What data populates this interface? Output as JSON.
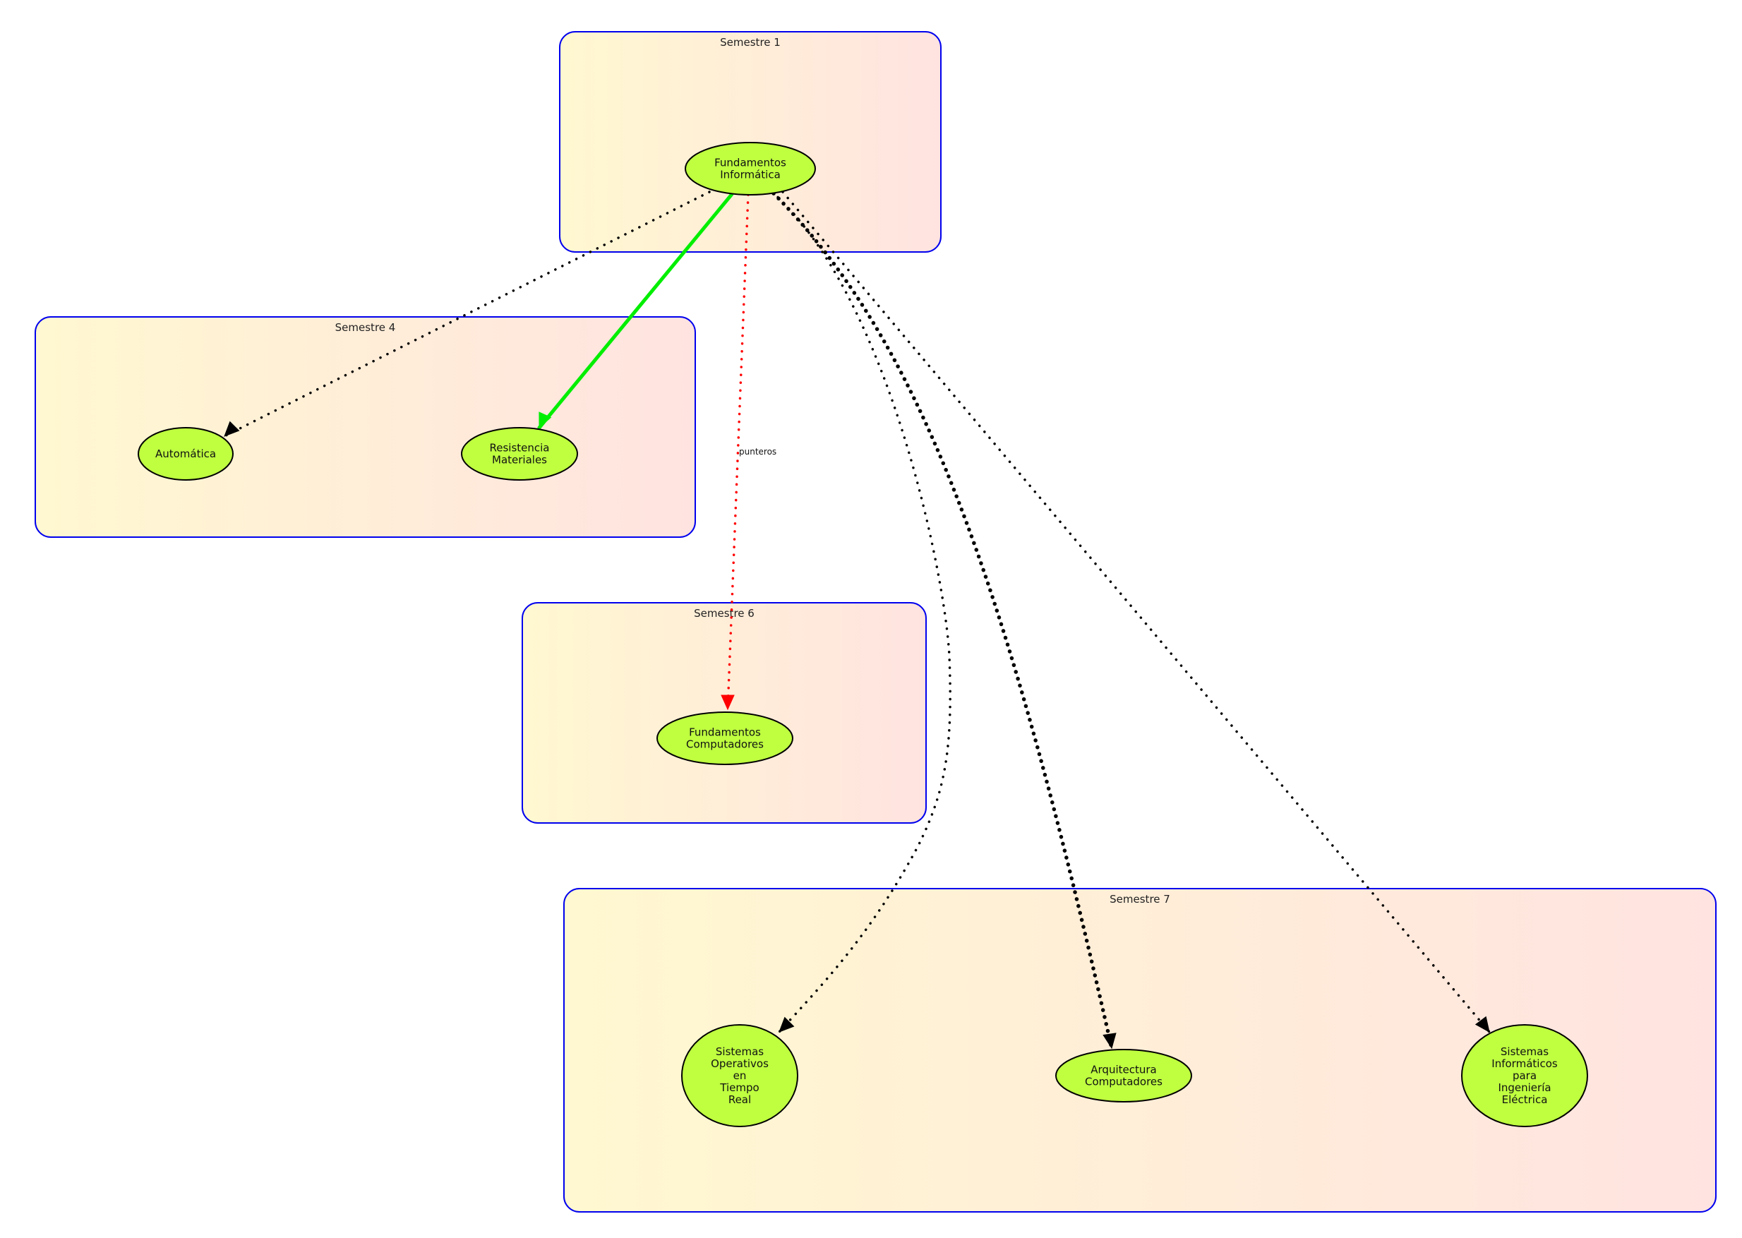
{
  "colors": {
    "cluster_border": "#0000ee",
    "cluster_fill_start": "#fff8d0",
    "cluster_fill_end": "#ffe3e0",
    "node_fill": "#bfff40",
    "node_border": "#000000",
    "edge_default": "#000000",
    "edge_green": "#00ee00",
    "edge_red": "#ff0000"
  },
  "clusters": [
    {
      "id": "sem1",
      "label": "Semestre 1"
    },
    {
      "id": "sem4",
      "label": "Semestre 4"
    },
    {
      "id": "sem6",
      "label": "Semestre 6"
    },
    {
      "id": "sem7",
      "label": "Semestre 7"
    }
  ],
  "nodes": [
    {
      "id": "fi",
      "cluster": "sem1",
      "lines": [
        "Fundamentos",
        "Informática"
      ]
    },
    {
      "id": "aut",
      "cluster": "sem4",
      "lines": [
        "Automática"
      ]
    },
    {
      "id": "rm",
      "cluster": "sem4",
      "lines": [
        "Resistencia",
        "Materiales"
      ]
    },
    {
      "id": "fc",
      "cluster": "sem6",
      "lines": [
        "Fundamentos",
        "Computadores"
      ]
    },
    {
      "id": "sotr",
      "cluster": "sem7",
      "lines": [
        "Sistemas",
        "Operativos",
        "en",
        "Tiempo",
        "Real"
      ]
    },
    {
      "id": "ac",
      "cluster": "sem7",
      "lines": [
        "Arquitectura",
        "Computadores"
      ]
    },
    {
      "id": "sie",
      "cluster": "sem7",
      "lines": [
        "Sistemas",
        "Informáticos",
        "para",
        "Ingeniería",
        "Eléctrica"
      ]
    }
  ],
  "edges": [
    {
      "id": "fi-aut",
      "from": "fi",
      "to": "aut",
      "style": "dotted",
      "color": "edge_default",
      "weight": "normal",
      "label": ""
    },
    {
      "id": "fi-rm",
      "from": "fi",
      "to": "rm",
      "style": "solid",
      "color": "edge_green",
      "weight": "bold",
      "label": ""
    },
    {
      "id": "fi-fc",
      "from": "fi",
      "to": "fc",
      "style": "dotted",
      "color": "edge_red",
      "weight": "normal",
      "label": "punteros"
    },
    {
      "id": "fi-sotr",
      "from": "fi",
      "to": "sotr",
      "style": "dotted",
      "color": "edge_default",
      "weight": "normal",
      "label": ""
    },
    {
      "id": "fi-ac",
      "from": "fi",
      "to": "ac",
      "style": "dotted",
      "color": "edge_default",
      "weight": "bold",
      "label": ""
    },
    {
      "id": "fi-sie",
      "from": "fi",
      "to": "sie",
      "style": "dotted",
      "color": "edge_default",
      "weight": "normal",
      "label": ""
    }
  ]
}
